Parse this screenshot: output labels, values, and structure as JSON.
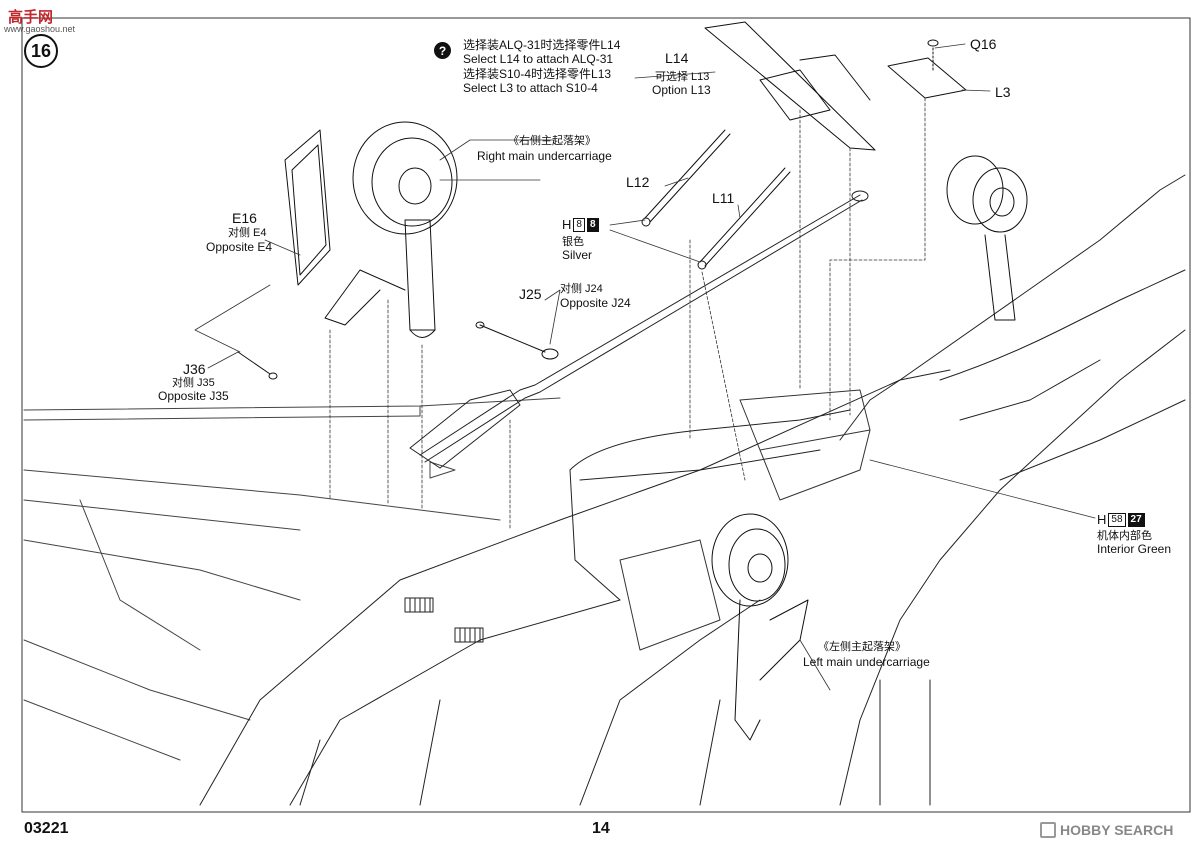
{
  "header": {
    "site_logo": "高手网",
    "site_url": "www.gaoshou.net",
    "step_number": "16"
  },
  "notice": {
    "icon": "question-icon",
    "lines": [
      "选择装ALQ-31时选择零件L14",
      "Select L14 to attach ALQ-31",
      "选择装S10-4时选择零件L13",
      "Select L3 to attach S10-4"
    ]
  },
  "labels": {
    "l14": "L14",
    "l13_cn": "可选择 L13",
    "l13_en": "Option L13",
    "q16": "Q16",
    "l3": "L3",
    "l12": "L12",
    "l11": "L11",
    "e16": "E16",
    "e4_cn": "对侧  E4",
    "e4_en": "Opposite E4",
    "right_main_cn": "《右侧主起落架》",
    "right_main_en": "Right main undercarriage",
    "j25": "J25",
    "j24_cn": "对侧  J24",
    "j24_en": "Opposite J24",
    "j36": "J36",
    "j35_cn": "对侧  J35",
    "j35_en": "Opposite J35",
    "left_main_cn": "《左侧主起落架》",
    "left_main_en": "Left main undercarriage"
  },
  "paints": {
    "silver": {
      "prefix": "H",
      "code_a": "8",
      "code_b": "8",
      "name_cn": "银色",
      "name_en": "Silver"
    },
    "interior_green": {
      "prefix": "H",
      "code_a": "58",
      "code_b": "27",
      "name_cn": "机体内部色",
      "name_en": "Interior Green"
    }
  },
  "footer": {
    "kit_number": "03221",
    "page_number": "14",
    "watermark": "HOBBY SEARCH"
  }
}
